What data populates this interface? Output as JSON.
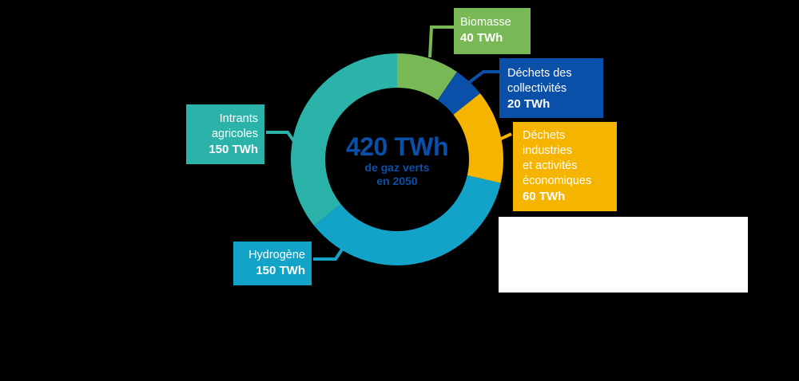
{
  "chart_data": {
    "type": "pie",
    "variant": "donut",
    "title": "420 TWh de gaz verts en 2050",
    "categories": [
      "Biomasse",
      "Déchets des collectivités",
      "Déchets industries et activités économiques",
      "Hydrogène",
      "Intrants agricoles"
    ],
    "values": [
      40,
      20,
      60,
      150,
      150
    ],
    "unit": "TWh",
    "total": 420,
    "colors": [
      "#78b855",
      "#0a4fa8",
      "#f5b400",
      "#14a3c8",
      "#2bb3aa"
    ]
  },
  "center": {
    "total_label": "420 TWh",
    "line1": "de gaz verts",
    "line2": "en 2050"
  },
  "labels": {
    "biomasse": {
      "name": "Biomasse",
      "value": "40 TWh"
    },
    "collectivites": {
      "name1": "Déchets des",
      "name2": "collectivités",
      "value": "20 TWh"
    },
    "industries": {
      "name1": "Déchets",
      "name2": "industries",
      "name3": "et activités",
      "name4": "économiques",
      "value": "60 TWh"
    },
    "hydrogene": {
      "name": "Hydrogène",
      "value": "150 TWh"
    },
    "agricoles": {
      "name1": "Intrants",
      "name2": "agricoles",
      "value": "150 TWh"
    }
  }
}
